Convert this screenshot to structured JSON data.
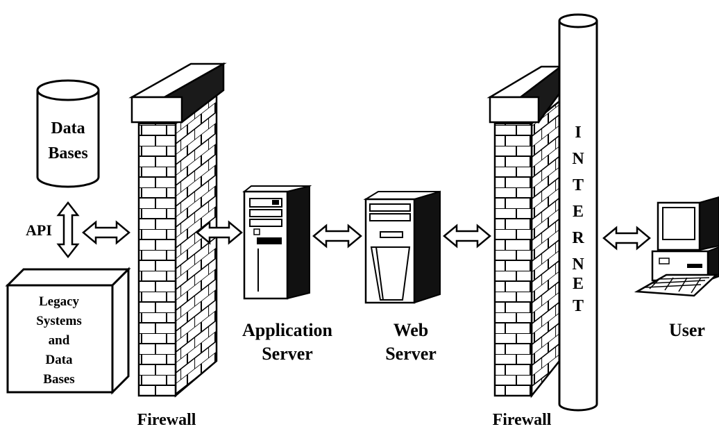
{
  "nodes": {
    "databases": {
      "line1": "Data",
      "line2": "Bases"
    },
    "api": {
      "label": "API"
    },
    "legacy": {
      "line1": "Legacy",
      "line2": "Systems",
      "line3": "and",
      "line4": "Data",
      "line5": "Bases"
    },
    "firewall_left": {
      "label": "Firewall"
    },
    "app_server": {
      "line1": "Application",
      "line2": "Server"
    },
    "web_server": {
      "line1": "Web",
      "line2": "Server"
    },
    "firewall_right": {
      "label": "Firewall"
    },
    "internet": {
      "letters": [
        "I",
        "N",
        "T",
        "E",
        "R",
        "N",
        "E",
        "T"
      ]
    },
    "user": {
      "label": "User"
    }
  },
  "colors": {
    "ink": "#000000",
    "background": "#ffffff",
    "shadow": "#1a1a1a"
  },
  "icons": [
    "database-cylinder-icon",
    "legacy-box-icon",
    "brick-firewall-icon",
    "tower-server-icon",
    "internet-pipe-icon",
    "desktop-computer-icon",
    "double-arrow-icon"
  ]
}
